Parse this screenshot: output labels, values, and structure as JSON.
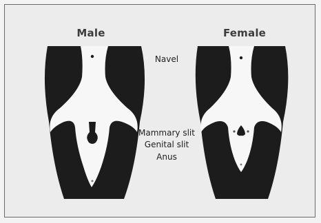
{
  "headings": {
    "male": "Male",
    "female": "Female"
  },
  "labels": {
    "navel": "Navel",
    "mammary_slit": "Mammary slit",
    "genital_slit": "Genital slit",
    "anus": "Anus"
  },
  "colors": {
    "dark": "#1c1c1c",
    "light": "#f7f7f7",
    "background": "#ececec"
  }
}
